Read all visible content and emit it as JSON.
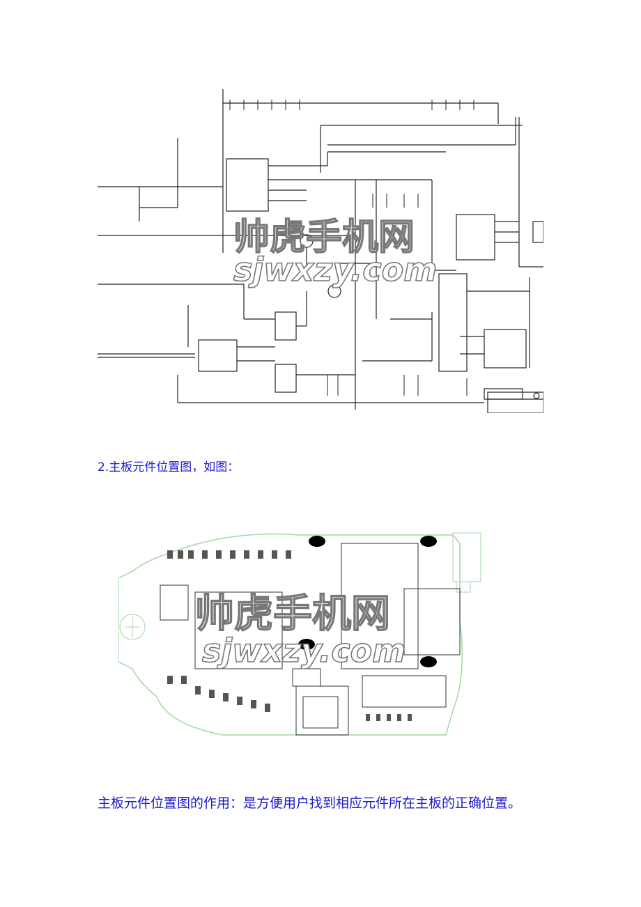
{
  "document": {
    "section_heading": "2.主板元件位置图，如图：",
    "caption": "主板元件位置图的作用：是方便用户找到相应元件所在主板的正确位置。"
  },
  "figures": {
    "schematic": {
      "icon": "circuit-schematic-icon",
      "watermark_cn": "帅虎手机网",
      "watermark_url": "sjwxzy.com"
    },
    "pcb_layout": {
      "icon": "pcb-board-layout-icon",
      "watermark_cn": "帅虎手机网",
      "watermark_url": "sjwxzy.com"
    }
  },
  "colors": {
    "text_blue": "#1a1acc",
    "pcb_outline": "#9fd89f",
    "schematic_line": "#222222"
  }
}
